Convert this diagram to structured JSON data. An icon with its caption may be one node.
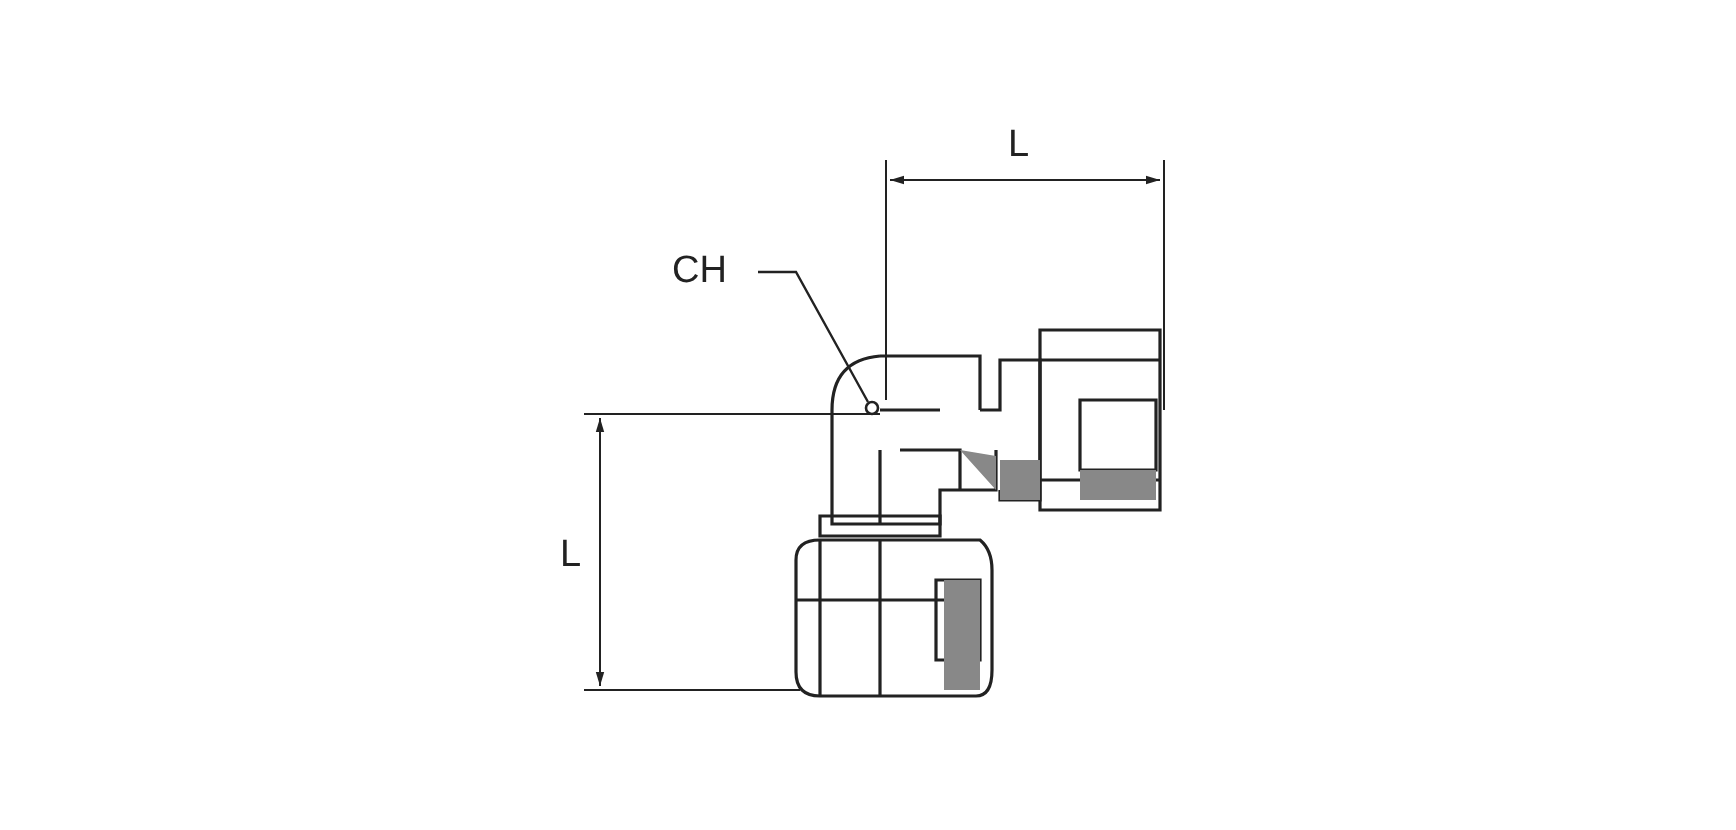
{
  "diagram": {
    "nodes": [
      {
        "text": [
          "CH"
        ]
      },
      {
        "text": [],
        "shape": "circle"
      }
    ],
    "edges": [
      {
        "from": 0,
        "to": 1,
        "arrow": "none"
      }
    ],
    "labels": [
      "L",
      "L"
    ]
  }
}
